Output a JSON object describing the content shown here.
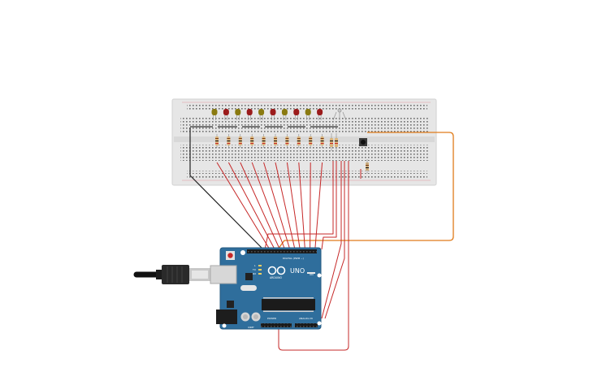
{
  "board": {
    "brand_text": "UNO",
    "sub_brand_text": "ARDUINO",
    "digital_label": "DIGITAL (PWM ~)",
    "power_label": "POWER",
    "analog_label": "ANALOG IN",
    "tx_label": "TX",
    "rx_label": "RX",
    "l_label": "L",
    "on_label": "ON",
    "ioref_label": "IOREF"
  },
  "colors": {
    "breadboard": "#e6e6e6",
    "board": "#2f6e9c",
    "wire_red": "#c62828",
    "wire_orange": "#e07b1a",
    "wire_black": "#222222",
    "led_red": "#9b1b1b",
    "led_olive": "#8a7a10"
  },
  "leds": [
    {
      "color": "olive"
    },
    {
      "color": "red"
    },
    {
      "color": "olive"
    },
    {
      "color": "red"
    },
    {
      "color": "olive"
    },
    {
      "color": "red"
    },
    {
      "color": "olive"
    },
    {
      "color": "red"
    },
    {
      "color": "olive"
    },
    {
      "color": "red"
    }
  ],
  "icons": {
    "usb_cable": "usb-cable-icon",
    "push_button": "push-button-icon",
    "reset_button": "reset-button-icon"
  }
}
